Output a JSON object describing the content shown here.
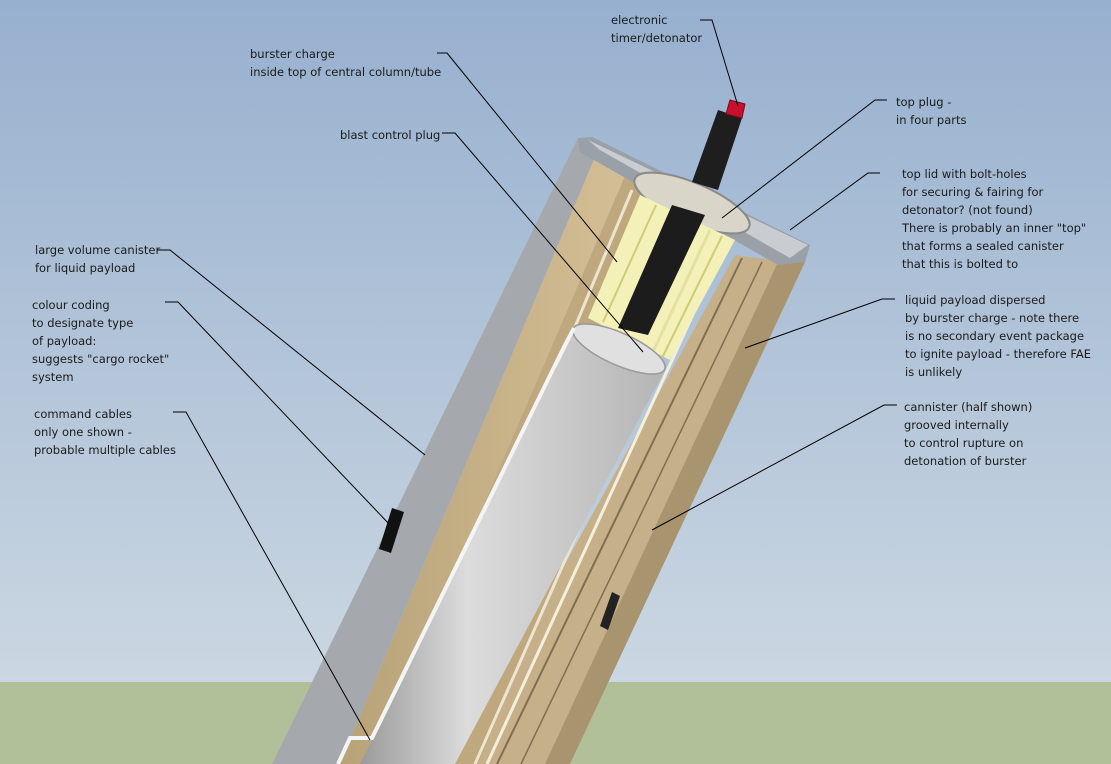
{
  "labels": {
    "timer": [
      "electronic",
      "timer/detonator"
    ],
    "burster": [
      "burster charge",
      "inside top of central column/tube"
    ],
    "blast_plug": [
      "blast control plug"
    ],
    "top_plug": [
      "top plug -",
      "in four parts"
    ],
    "top_lid": [
      "top lid with bolt-holes",
      "for securing & fairing for",
      "detonator? (not found)",
      "There is probably an inner \"top\"",
      "that forms a sealed canister",
      "that this is bolted to"
    ],
    "large_canister": [
      "large volume canister",
      "for liquid payload"
    ],
    "colour_coding": [
      "colour coding",
      "to designate type",
      "of payload:",
      "suggests \"cargo rocket\"",
      "system"
    ],
    "liquid_payload": [
      "liquid payload dispersed",
      "by burster charge - note there",
      "is no secondary event package",
      "to ignite payload - therefore FAE",
      "is unlikely"
    ],
    "cannister": [
      "cannister (half shown)",
      "grooved internally",
      "to control rupture on",
      "detonation of burster"
    ],
    "command_cables": [
      "command cables",
      "only one shown -",
      "probable multiple cables"
    ]
  },
  "colors": {
    "sky_top": "#97b0cf",
    "sky_bottom": "#c9d5e0",
    "ground": "#b2c09a",
    "canister_tan": "#c9b48c",
    "canister_shadow": "#8c7a5a",
    "inner_yellow": "#f3f1b8",
    "tube_grey": "#cfcfcf",
    "detonator_black": "#1c1c1c",
    "detonator_red": "#c8102e",
    "leader_line": "#000000"
  }
}
